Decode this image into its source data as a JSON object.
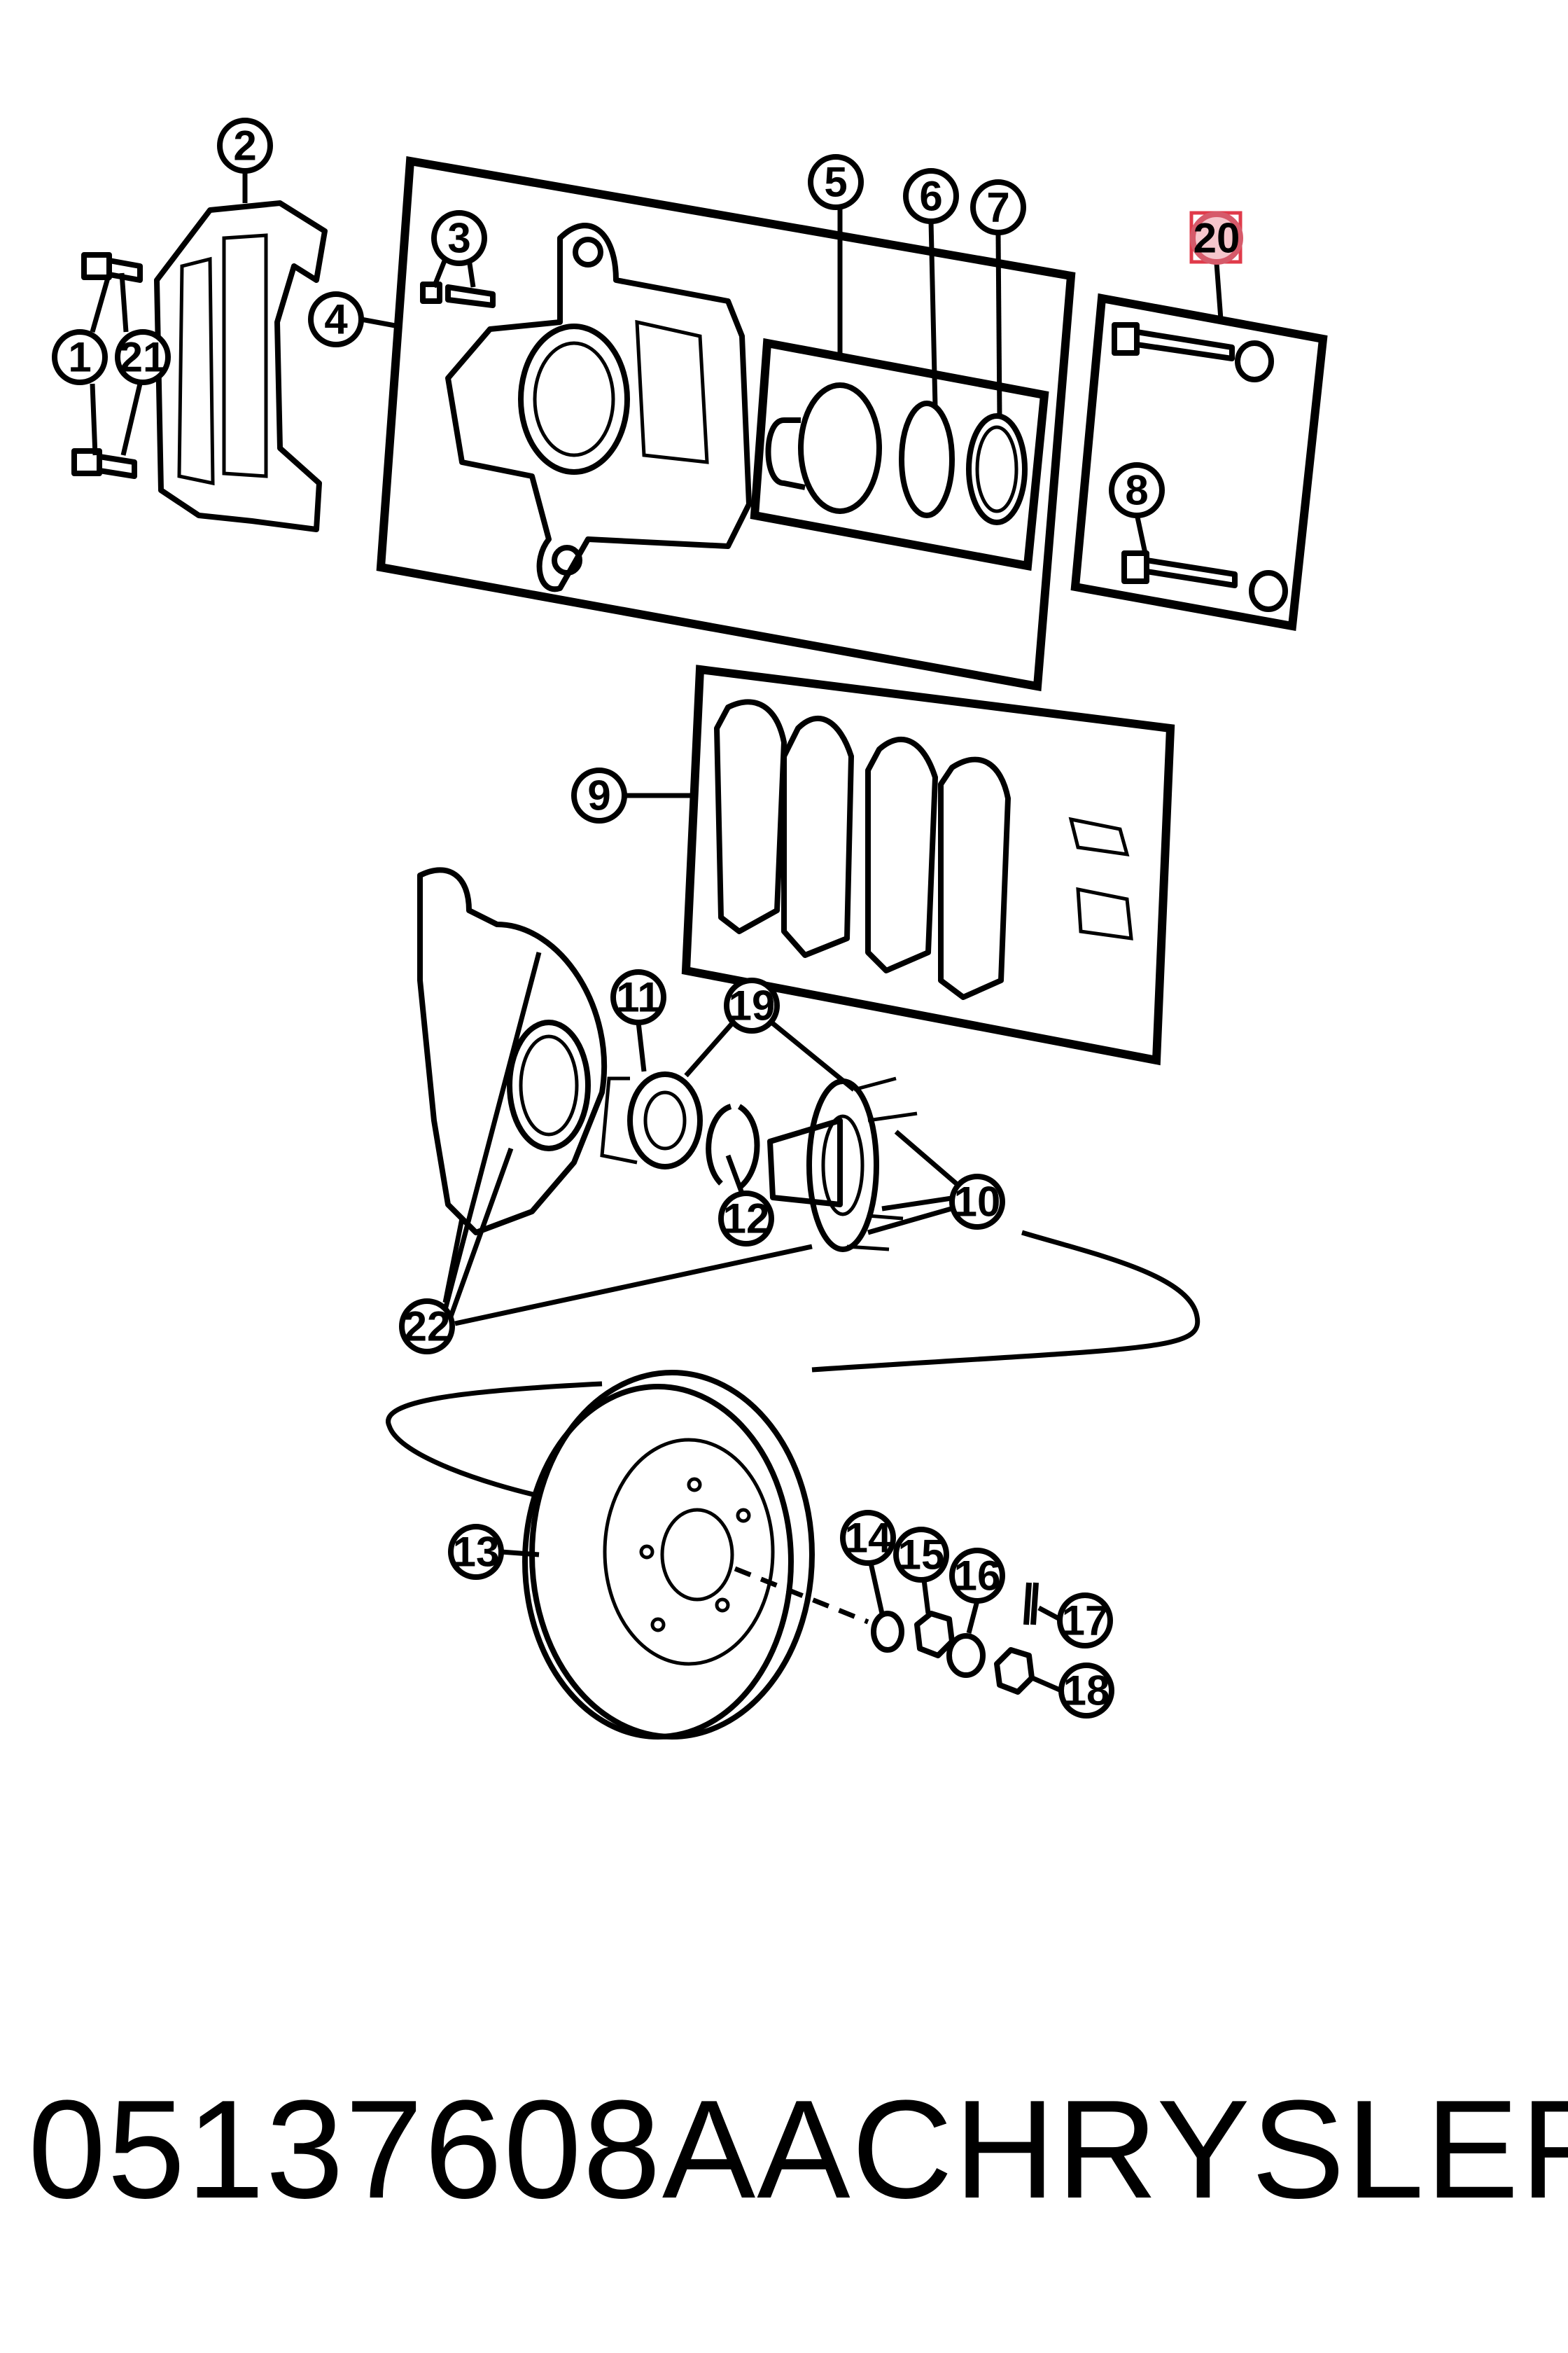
{
  "callouts": [
    "1",
    "2",
    "3",
    "4",
    "5",
    "6",
    "7",
    "8",
    "9",
    "10",
    "11",
    "12",
    "13",
    "14",
    "15",
    "16",
    "17",
    "18",
    "19",
    "20",
    "21",
    "22"
  ],
  "highlighted": "20",
  "footer": {
    "part_number": "05137608AA",
    "brand": "CHRYSLER"
  }
}
